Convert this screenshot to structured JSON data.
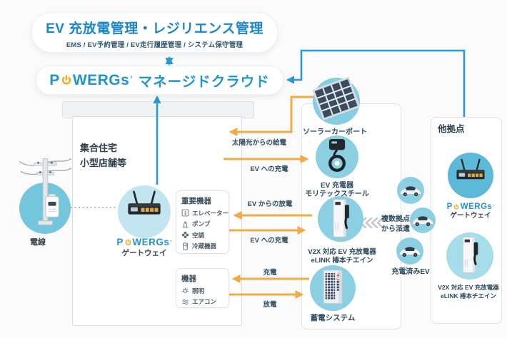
{
  "brand": {
    "pre": "P",
    "post": "WERGs",
    "tm": "'"
  },
  "header": {
    "management_box": {
      "title": "EV 充放電管理・レジリエンス管理",
      "subtitle": "EMS / EV予約管理 / EV走行履歴管理 / システム保守管理"
    },
    "cloud_box": {
      "label": "マネージドクラウド"
    }
  },
  "building": {
    "label_line1": "集合住宅",
    "label_line2": "小型店舗等",
    "gateway_label": "ゲートウェイ",
    "critical_equipment": {
      "title": "重要機器",
      "items": [
        {
          "label": "エレベーター",
          "icon": "elevator-icon"
        },
        {
          "label": "ポンプ",
          "icon": "pump-icon"
        },
        {
          "label": "空調",
          "icon": "hvac-icon"
        },
        {
          "label": "冷蔵機器",
          "icon": "refrigerator-icon"
        }
      ]
    },
    "equipment": {
      "title": "機器",
      "items": [
        {
          "label": "照明",
          "icon": "light-icon"
        },
        {
          "label": "エアコン",
          "icon": "aircon-icon"
        }
      ]
    }
  },
  "powerline": {
    "label": "電線"
  },
  "site": {
    "solar_label": "ソーラーカーポート",
    "ev_charger_line1": "EV 充電器",
    "ev_charger_line2": "モリテックスチール",
    "v2x_line1": "V2X 対応 EV 充放電器",
    "v2x_line2": "eLINK 椿本チエイン",
    "battery_label": "蓄電システム"
  },
  "flows": {
    "solar_feed": "太陽光からの給電",
    "ev_charge_top": "EV への充電",
    "ev_discharge": "EV からの放電",
    "ev_charge_bottom": "EV への充電",
    "battery_charge": "充電",
    "battery_discharge": "放電"
  },
  "dispatch": {
    "line1": "複数拠点",
    "line2": "から派遣",
    "charged_ev": "充電済みEV"
  },
  "other_site": {
    "title": "他拠点",
    "gateway_label": "ゲートウェイ",
    "v2x_line1": "V2X 対応 EV 充放電器",
    "v2x_line2": "eLINK 椿本チエイン"
  },
  "colors": {
    "title_blue": "#1b86c8",
    "brand_blue": "#2193d0",
    "power_orange": "#f5a81c",
    "arrow_orange": "#f0ab45",
    "arrow_blue": "#2a9ad2",
    "label_slate": "#2e4d63",
    "circle_teal_light": "#c2e5f0",
    "circle_teal_medium": "#8ad0e2",
    "circle_teal_dark": "#5cb9d7"
  }
}
